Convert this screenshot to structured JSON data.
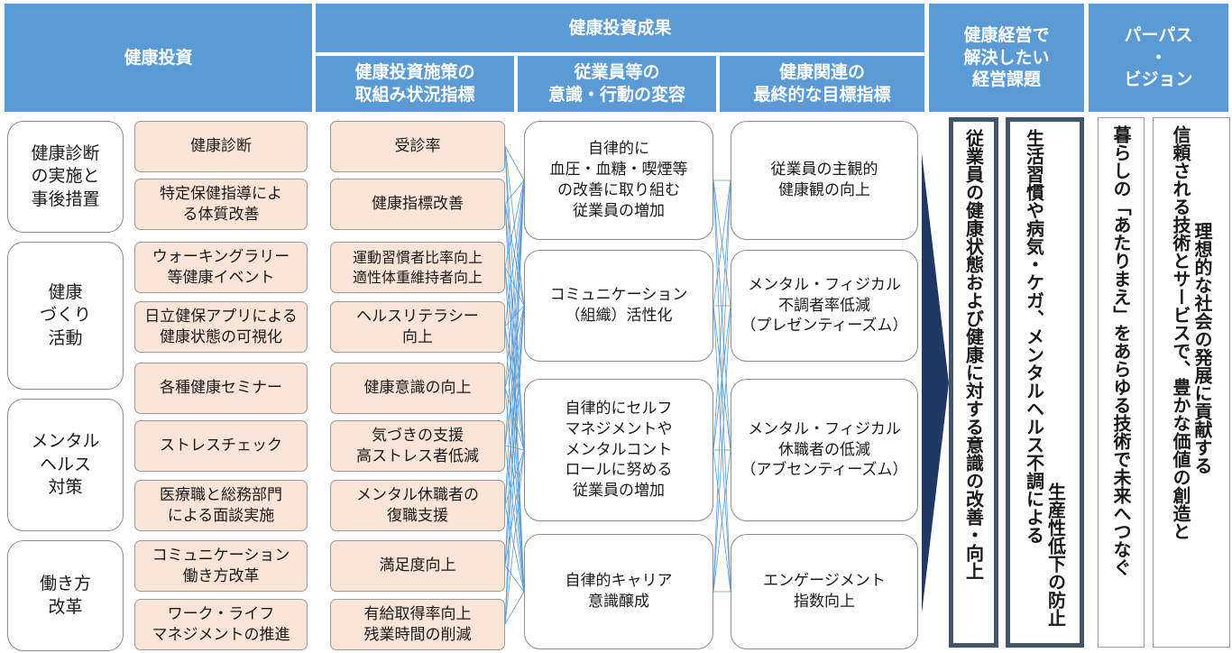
{
  "headers": {
    "investment": "健康投資",
    "outcome": "健康投資成果",
    "measures": "健康投資施策の\n取組み状況指標",
    "behavior": "従業員等の\n意識・行動の変容",
    "final": "健康関連の\n最終的な目標指標",
    "issues": "健康経営で\n解決したい\n経営課題",
    "purpose": "パーパス\n・\nビジョン"
  },
  "categories": [
    "健康診断\nの実施と\n事後措置",
    "健康\nづくり\n活動",
    "メンタル\nヘルス\n対策",
    "働き方\n改革"
  ],
  "investments": [
    "健康診断",
    "特定保健指導によ\nる体質改善",
    "ウォーキングラリー\n等健康イベント",
    "日立健保アプリによる\n健康状態の可視化",
    "各種健康セミナー",
    "ストレスチェック",
    "医療職と総務部門\nによる面談実施",
    "コミュニケーション\n働き方改革",
    "ワーク・ライフ\nマネジメントの推進"
  ],
  "indicators": [
    "受診率",
    "健康指標改善",
    "運動習慣者比率向上\n適性体重維持者向上",
    "ヘルスリテラシー\n向上",
    "健康意識の向上",
    "気づきの支援\n高ストレス者低減",
    "メンタル休職者の\n復職支援",
    "満足度向上",
    "有給取得率向上\n残業時間の削減"
  ],
  "behaviors": [
    "自律的に\n血圧・血糖・喫煙等\nの改善に取り組む\n従業員の増加",
    "コミュニケーション\n（組織）活性化",
    "自律的にセルフ\nマネジメントや\nメンタルコント\nロールに努める\n従業員の増加",
    "自律的キャリア\n意識醸成"
  ],
  "goals": [
    "従業員の主観的\n健康観の向上",
    "メンタル・フィジカル\n不調者率低減\n（プレゼンティーズム）",
    "メンタル・フィジカル\n休職者の低減\n（アブセンティーズム）",
    "エンゲージメント\n指数向上"
  ],
  "issues": {
    "issue1": "従業員の健康状態および健康に対する意識の改善・向上",
    "issue2": "生活習慣や病気・ケガ、メンタルヘルス不調による",
    "issue2b": "生産性低下の防止"
  },
  "purpose": {
    "p1": "暮らしの「あたりまえ」をあらゆる技術で未来へつなぐ",
    "p2": "信頼される技術とサービスで、豊かな価値の創造と",
    "p2b": "理想的な社会の発展に貢献する"
  },
  "colors": {
    "header_blue": "#5b9bd5",
    "investment_fill": "#fce4d6",
    "connector_blue": "#5b9bd5",
    "arrow_navy": "#1f3864",
    "issue_border": "#44546a"
  }
}
